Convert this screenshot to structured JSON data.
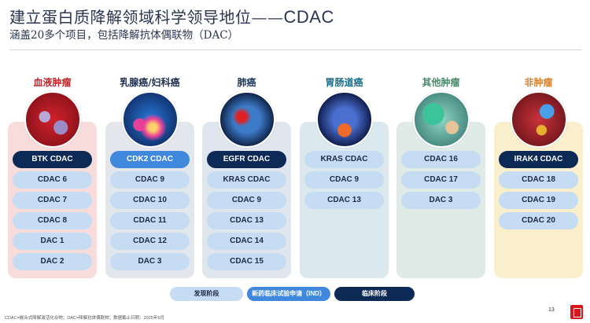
{
  "header": {
    "title": "建立蛋白质降解领域科学领导地位",
    "title_dash": "——",
    "title_en": "CDAC",
    "subtitle": "涵盖20多个项目，包括降解抗体偶联物（DAC）"
  },
  "colors": {
    "discovery": "#c6dcf3",
    "ind": "#3f88dd",
    "clinical": "#0c2a55"
  },
  "columns": [
    {
      "title": "血液肿瘤",
      "color": "#c0272d",
      "image": "blood-cells-image",
      "items": [
        {
          "label": "BTK CDAC",
          "stage": "clin"
        },
        {
          "label": "CDAC 6",
          "stage": "disc"
        },
        {
          "label": "CDAC 7",
          "stage": "disc"
        },
        {
          "label": "CDAC 8",
          "stage": "disc"
        },
        {
          "label": "DAC 1",
          "stage": "disc"
        },
        {
          "label": "DAC 2",
          "stage": "disc"
        }
      ]
    },
    {
      "title": "乳腺癌/妇科癌",
      "color": "#1f2d4e",
      "image": "breast-tumor-image",
      "items": [
        {
          "label": "CDK2 CDAC",
          "stage": "ind"
        },
        {
          "label": "CDAC 9",
          "stage": "disc"
        },
        {
          "label": "CDAC 10",
          "stage": "disc"
        },
        {
          "label": "CDAC 11",
          "stage": "disc"
        },
        {
          "label": "CDAC 12",
          "stage": "disc"
        },
        {
          "label": "DAC 3",
          "stage": "disc"
        }
      ]
    },
    {
      "title": "肺癌",
      "color": "#1f3a5f",
      "image": "lung-image",
      "items": [
        {
          "label": "EGFR CDAC",
          "stage": "clin"
        },
        {
          "label": "KRAS CDAC",
          "stage": "disc"
        },
        {
          "label": "CDAC 9",
          "stage": "disc"
        },
        {
          "label": "CDAC 13",
          "stage": "disc"
        },
        {
          "label": "CDAC 14",
          "stage": "disc"
        },
        {
          "label": "CDAC 15",
          "stage": "disc"
        }
      ]
    },
    {
      "title": "胃肠道癌",
      "color": "#1b6f8a",
      "image": "stomach-image",
      "items": [
        {
          "label": "KRAS CDAC",
          "stage": "disc"
        },
        {
          "label": "CDAC 9",
          "stage": "disc"
        },
        {
          "label": "CDAC 13",
          "stage": "disc"
        }
      ]
    },
    {
      "title": "其他肿瘤",
      "color": "#4a8a6a",
      "image": "tumor-cells-image",
      "items": [
        {
          "label": "CDAC 16",
          "stage": "disc"
        },
        {
          "label": "CDAC 17",
          "stage": "disc"
        },
        {
          "label": "DAC 3",
          "stage": "disc"
        }
      ]
    },
    {
      "title": "非肿瘤",
      "color": "#d9822b",
      "image": "antibody-image",
      "items": [
        {
          "label": "IRAK4 CDAC",
          "stage": "clin"
        },
        {
          "label": "CDAC 18",
          "stage": "disc"
        },
        {
          "label": "CDAC 19",
          "stage": "disc"
        },
        {
          "label": "CDAC 20",
          "stage": "disc"
        }
      ]
    }
  ],
  "legend": {
    "discovery": "发现阶段",
    "ind": "新药临床试验申请（IND）",
    "clinical": "临床阶段"
  },
  "footnote": "CDAC=嵌合式降解激活化合物；DAC=降解抗体偶联物；数据截止日期：2025年5月",
  "page_number": "13"
}
